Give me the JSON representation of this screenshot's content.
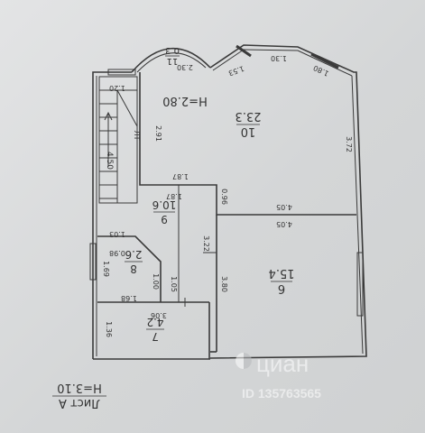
{
  "plan": {
    "ceiling_top": "H=2.80",
    "rooms": [
      {
        "num": "10",
        "area": "23.3"
      },
      {
        "num": "9",
        "area": "10.6"
      },
      {
        "num": "8",
        "area": "2.6"
      },
      {
        "num": "7",
        "area": "4.2"
      },
      {
        "num": "6",
        "area": "15.4"
      },
      {
        "num": "11",
        "area": "0.3"
      }
    ],
    "dims": {
      "bay": "2.30",
      "stair_top": "1.20",
      "stair_len": "4.50",
      "stair_label": "ЛТ",
      "d291": "2.91",
      "d187a": "1.87",
      "d187b": "1.87",
      "d096": "0.96",
      "d405a": "4.05",
      "d405b": "4.05",
      "d372": "3.72",
      "d153": "1.53",
      "d130": "1.30",
      "d180": "1.80",
      "d322": "3.22",
      "d380": "3.80",
      "d103": "1.03",
      "d098": "0.98",
      "d169": "1.69",
      "d100": "1.00",
      "d168": "1.68",
      "d105": "1.05",
      "d306": "3.06",
      "d136": "1.36"
    },
    "sheet": {
      "line1": "Лист А",
      "line2": "H=3.10"
    }
  },
  "watermark": {
    "brand": "циан",
    "id": "ID 135763565"
  }
}
